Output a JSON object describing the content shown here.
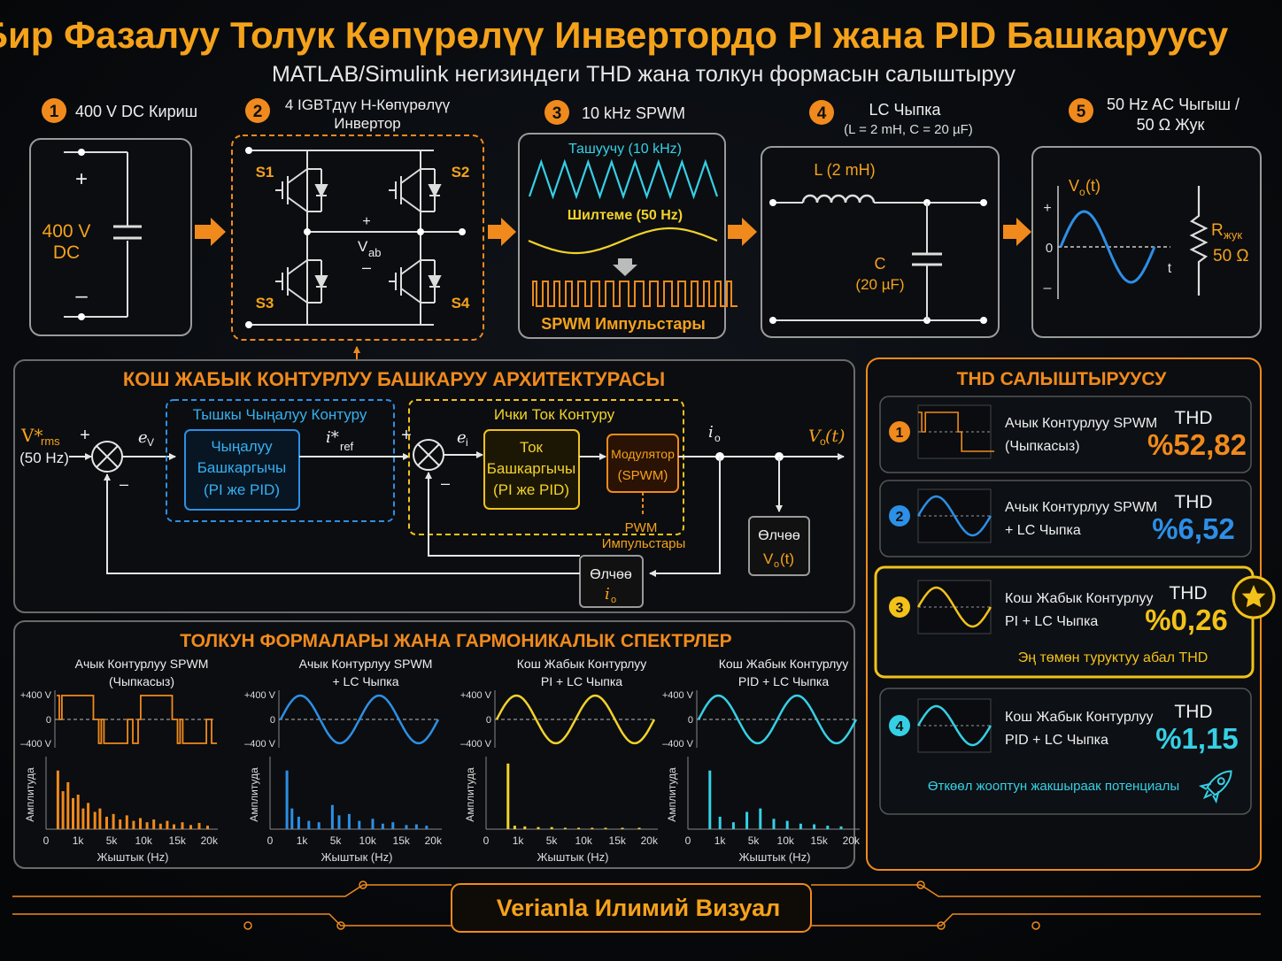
{
  "header": {
    "title": "Бир Фазалуу Толук Көпүрөлүү Инвертордо PI жана PID Башкаруусу",
    "subtitle": "MATLAB/Simulink негизиндеги THD жана толкун формасын салыштыруу"
  },
  "stages": [
    {
      "num": "1",
      "title": "400 V DC Кириш",
      "title2": ""
    },
    {
      "num": "2",
      "title": "4 IGBTдүү H-Көпүрөлүү",
      "title2": "Инвертор"
    },
    {
      "num": "3",
      "title": "10 kHz SPWM",
      "title2": ""
    },
    {
      "num": "4",
      "title": "LC Чыпка",
      "title2": "(L = 2 mH, C = 20 µF)"
    },
    {
      "num": "5",
      "title": "50 Hz AC Чыгыш /",
      "title2": "50 Ω Жук"
    }
  ],
  "dc": {
    "plus": "+",
    "minus": "–",
    "value1": "400 V",
    "value2": "DC"
  },
  "bridge": {
    "s1": "S1",
    "s2": "S2",
    "s3": "S3",
    "s4": "S4",
    "plus": "+",
    "minus": "–",
    "vab_main": "V",
    "vab_sub": "ab"
  },
  "spwm": {
    "carrier": "Ташуучу (10 kHz)",
    "modulating": "Шилтеме (50 Hz)",
    "pulses": "SPWM Импульстары"
  },
  "lc": {
    "l_label": "L (2 mH)",
    "c_label": "C",
    "c_value": "(20 µF)"
  },
  "output": {
    "vo_main": "V",
    "vo_sub": "o",
    "vo_arg": "(t)",
    "plus": "+",
    "zero": "0",
    "minus": "–",
    "t": "t",
    "r_main": "R",
    "r_sub": "жук",
    "r_value": "50 Ω"
  },
  "control": {
    "title": "КОШ ЖАБЫК КОНТУРЛУУ БАШКАРУУ АРХИТЕКТУРАСЫ",
    "vref_main": "V*",
    "vref_sub": "rms",
    "vref_freq": "(50 Hz)",
    "plus": "+",
    "minus": "–",
    "ev_main": "e",
    "ev_sub": "V",
    "ei_main": "e",
    "ei_sub": "i",
    "outer_title": "Тышкы Чыңалуу Контуру",
    "outer_block": [
      "Чыңалуу",
      "Башкаргычы",
      "(PI же PID)"
    ],
    "iref_main": "i*",
    "iref_sub": "ref",
    "inner_title": "Ички Ток Контуру",
    "inner_block": [
      "Ток",
      "Башкаргычы",
      "(PI же PID)"
    ],
    "modulator": [
      "Модулятор",
      "(SPWM)"
    ],
    "pwm": [
      "PWM",
      "Импульстары"
    ],
    "io_main": "i",
    "io_sub": "o",
    "vo_main": "V",
    "vo_sub": "o",
    "vo_arg": "(t)",
    "meas_v": [
      "Өлчөө",
      "V",
      "o",
      "(t)"
    ],
    "meas_i": [
      "Өлчөө",
      "i",
      "o"
    ]
  },
  "waveforms": {
    "title": "ТОЛКУН ФОРМАЛАРЫ ЖАНА ГАРМОНИКАЛЫК СПЕКТРЛЕР",
    "y_ticks": [
      "+400 V",
      "0",
      "–400 V"
    ],
    "amp_label": "Амплитуда",
    "freq_ticks": [
      "0",
      "1k",
      "5k",
      "10k",
      "15k",
      "20k"
    ],
    "freq_label": "Жыштык (Hz)",
    "panels": [
      {
        "title1": "Ачык Контурлуу SPWM",
        "title2": "(Чыпкасыз)",
        "color": "#f08a1c"
      },
      {
        "title1": "Ачык Контурлуу SPWM",
        "title2": "+ LC Чыпка",
        "color": "#2d8fe6"
      },
      {
        "title1": "Кош Жабык Контурлуу",
        "title2": "PI + LC Чыпка",
        "color": "#f2d22a"
      },
      {
        "title1": "Кош Жабык Контурлуу",
        "title2": "PID + LC Чыпка",
        "color": "#35d0e6"
      }
    ]
  },
  "thd": {
    "title": "THD САЛЫШТЫРУУСУ",
    "label": "THD",
    "rows": [
      {
        "num": "1",
        "line1": "Ачык Контурлуу SPWM",
        "line2": "(Чыпкасыз)",
        "value": "%52,82",
        "color": "#f08a1c"
      },
      {
        "num": "2",
        "line1": "Ачык Контурлуу SPWM",
        "line2": "+ LC Чыпка",
        "value": "%6,52",
        "color": "#2d8fe6"
      },
      {
        "num": "3",
        "line1": "Кош Жабык Контурлуу",
        "line2": "PI + LC Чыпка",
        "value": "%0,26",
        "color": "#f2c21a"
      },
      {
        "num": "4",
        "line1": "Кош Жабык Контурлуу",
        "line2": "PID + LC Чыпка",
        "value": "%1,15",
        "color": "#35d0e6"
      }
    ],
    "note3": "Эң төмөн туруктуу абал THD",
    "note4": "Өткөөл жооптун жакшыраак потенциалы",
    "icons": {
      "star": "star-icon",
      "rocket": "rocket-icon"
    }
  },
  "footer": {
    "brand": "Verianla Илимий Визуал"
  }
}
